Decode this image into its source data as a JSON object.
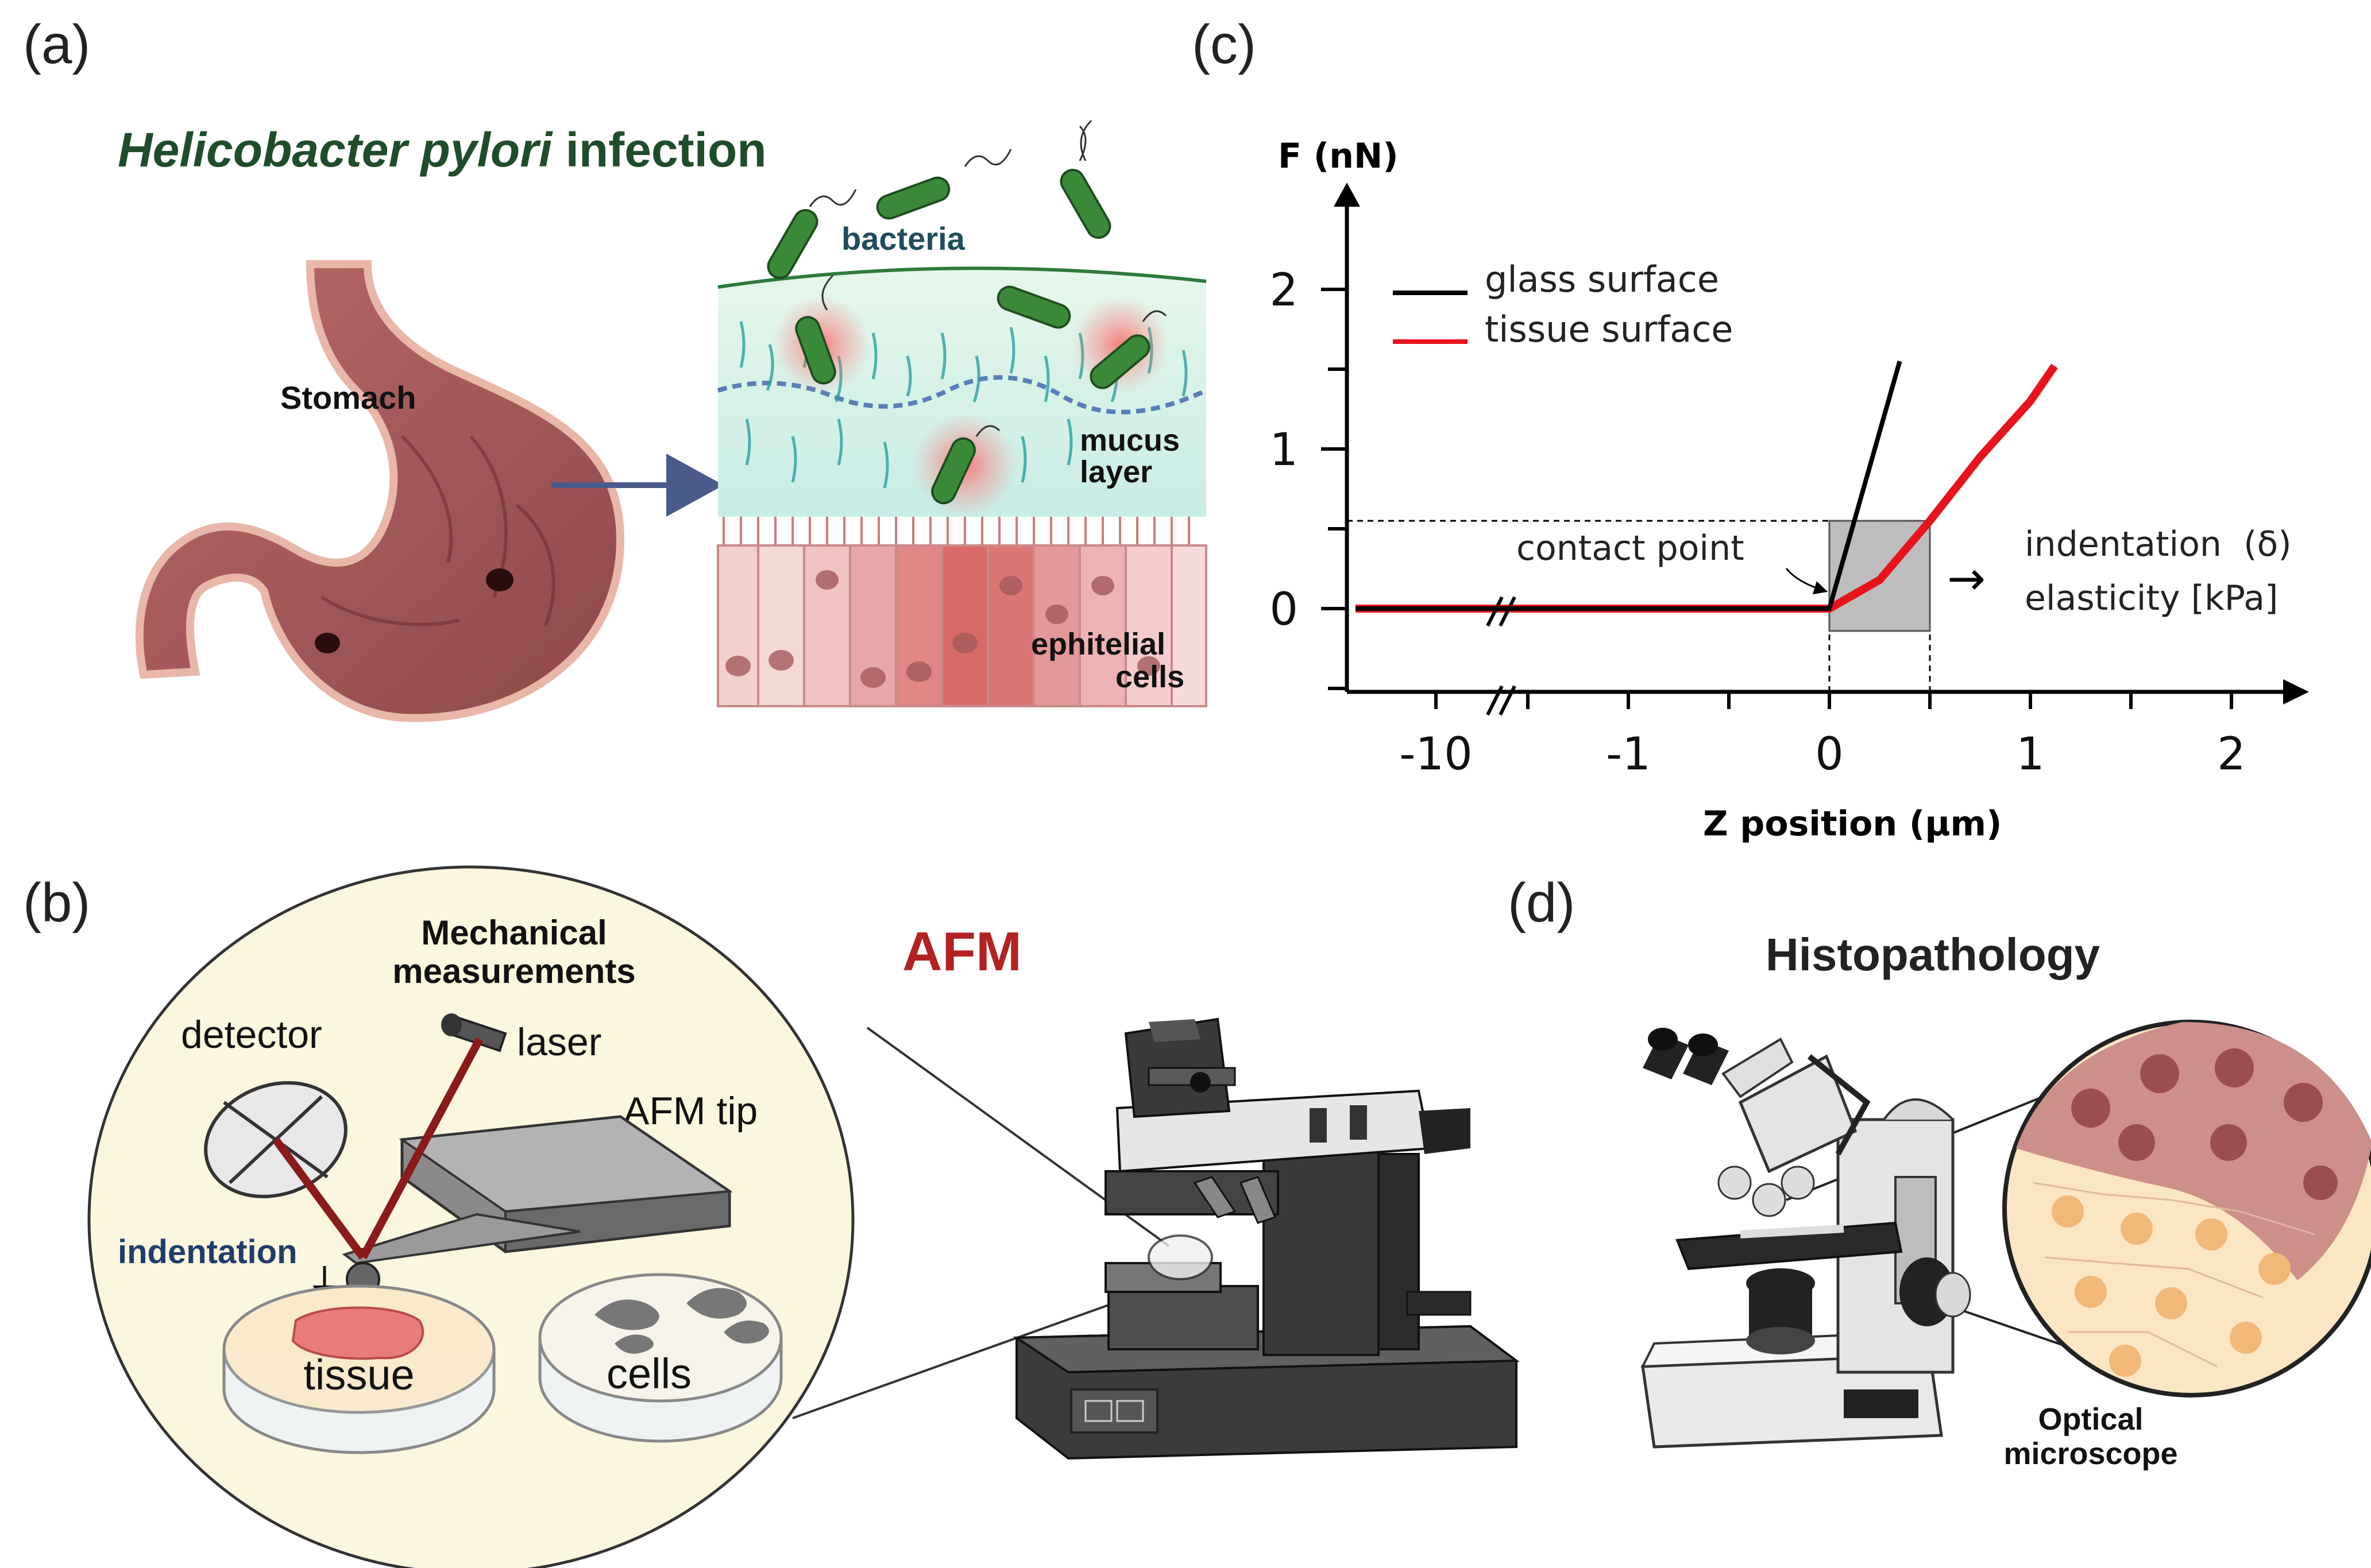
{
  "panel_labels": {
    "a": "(a)",
    "b": "(b)",
    "c": "(c)",
    "d": "(d)"
  },
  "panel_a": {
    "title_italic": "Helicobacter pylori",
    "title_rest": " infection",
    "stomach": "Stomach",
    "bacteria": "bacteria",
    "mucus_1": "mucus",
    "mucus_2": "layer",
    "epi_1": "ephitelial",
    "epi_2": "cells"
  },
  "panel_b": {
    "title": "AFM",
    "mech_1": "Mechanical",
    "mech_2": "measurements",
    "detector": "detector",
    "laser": "laser",
    "afm_tip": "AFM tip",
    "indentation": "indentation",
    "tissue": "tissue",
    "cells": "cells"
  },
  "panel_c": {
    "ylabel": "F (nN)",
    "xlabel": "Z position (µm)",
    "legend_glass": "glass surface",
    "legend_tissue": "tissue surface",
    "contact_point": "contact point",
    "out_1": "indentation  (δ)",
    "out_2": "elasticity [kPa]",
    "arrow": "→"
  },
  "panel_d": {
    "title": "Histopathology",
    "optical_1": "Optical",
    "optical_2": "microscope"
  },
  "colors": {
    "title_green": "#1f4d2b",
    "afm_red": "#b22222",
    "indent_blue": "#1f3d6b",
    "glass_line": "#000000",
    "tissue_line": "#e8141c",
    "stomach": "#a05555",
    "bacteria_green": "#3a8a3a"
  },
  "chart_data": {
    "type": "line",
    "ylabel": "F (nN)",
    "xlabel": "Z position (µm)",
    "x_ticks": [
      "-10",
      "-1",
      "0",
      "1",
      "2"
    ],
    "y_ticks": [
      "0",
      "1",
      "2"
    ],
    "ylim": [
      -0.5,
      2.6
    ],
    "series": [
      {
        "name": "glass surface",
        "x": [
          -10.5,
          -10,
          -1,
          0,
          0.35
        ],
        "y": [
          0,
          0,
          0,
          0,
          1.55
        ]
      },
      {
        "name": "tissue surface",
        "x": [
          -10.5,
          -10,
          -1,
          0,
          0.25,
          0.5,
          0.75,
          1.0,
          1.12
        ],
        "y": [
          0,
          0,
          0,
          0,
          0.18,
          0.55,
          0.95,
          1.3,
          1.52
        ]
      }
    ],
    "axis_break": true
  }
}
